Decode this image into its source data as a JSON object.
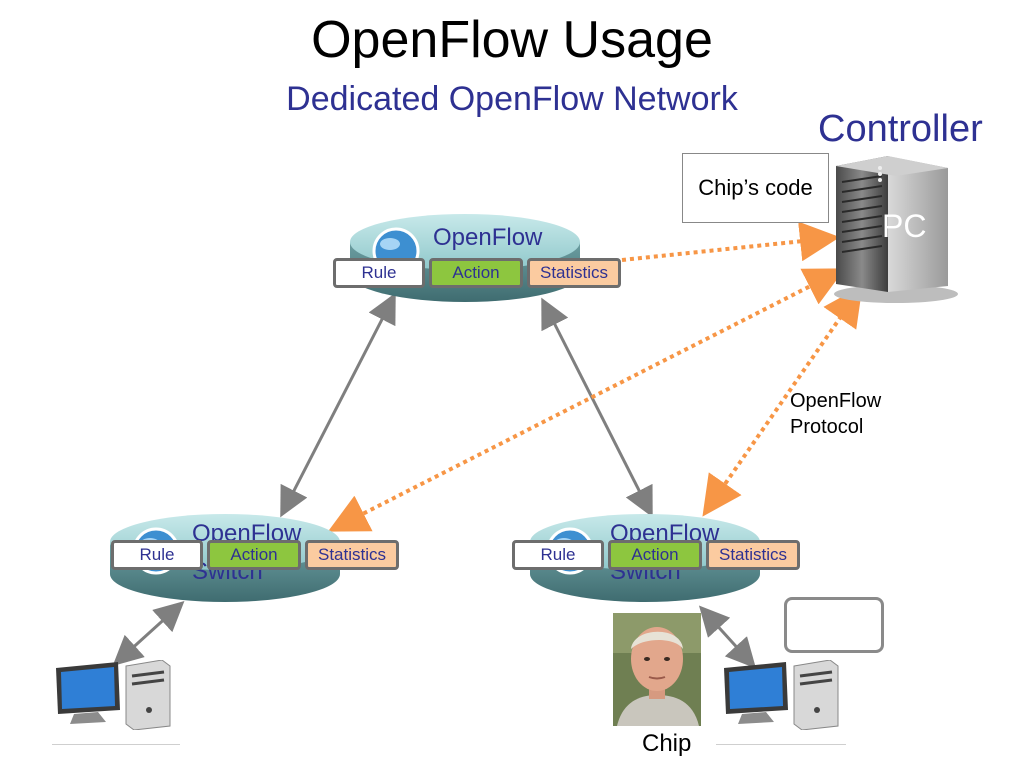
{
  "title": "OpenFlow Usage",
  "subtitle": "Dedicated OpenFlow Network",
  "controller": {
    "label": "Controller",
    "pc_label": "PC",
    "code_label": "Chip’s code"
  },
  "protocol_label": "OpenFlow\nProtocol",
  "switch": {
    "label_line1": "OpenFlow",
    "label_line2": "Switch"
  },
  "flow_table": {
    "rule": "Rule",
    "action": "Action",
    "statistics": "Statistics"
  },
  "person": {
    "name": "Chip"
  },
  "colors": {
    "title_blue": "#2e3192",
    "dotted_link": "#f79646",
    "action_green": "#8dc63f",
    "stats_peach": "#fbcba0",
    "switch_teal": "#9fd4d6"
  },
  "icons": [
    "server-tower-icon",
    "desktop-computer-icon",
    "switch-globe-icon",
    "person-photo"
  ]
}
